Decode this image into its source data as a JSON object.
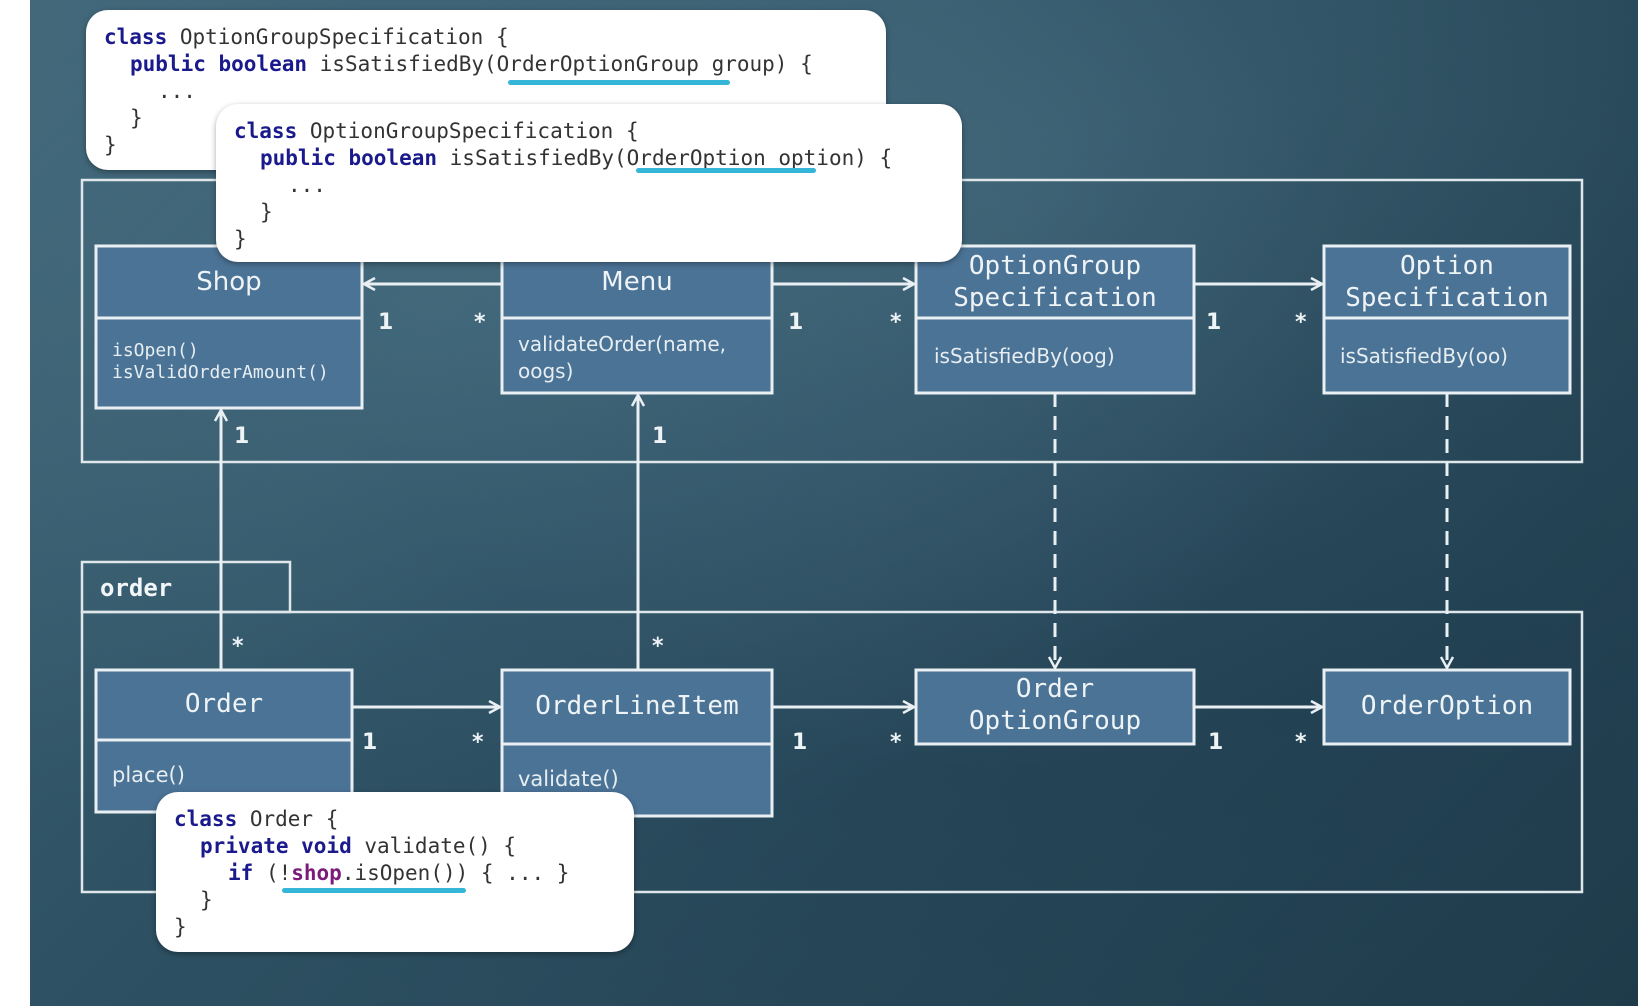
{
  "packages": {
    "order_label": "order"
  },
  "classes": {
    "shop": {
      "name": "Shop",
      "ops": "isOpen()\nisValidOrderAmount()"
    },
    "menu": {
      "name": "Menu",
      "ops": "validateOrder(name,\noogs)"
    },
    "option_group_spec": {
      "name": "OptionGroup\nSpecification",
      "ops": "isSatisfiedBy(oog)"
    },
    "option_spec": {
      "name": "Option\nSpecification",
      "ops": "isSatisfiedBy(oo)"
    },
    "order": {
      "name": "Order",
      "ops": "place()"
    },
    "order_line_item": {
      "name": "OrderLineItem",
      "ops": "validate()"
    },
    "order_option_group": {
      "name": "Order\nOptionGroup"
    },
    "order_option": {
      "name": "OrderOption"
    }
  },
  "multiplicities": {
    "shop_menu_1": "1",
    "shop_menu_many": "*",
    "menu_ogs_1": "1",
    "menu_ogs_many": "*",
    "ogs_os_1": "1",
    "ogs_os_many": "*",
    "shop_order_1": "1",
    "shop_order_many": "*",
    "menu_oli_1": "1",
    "menu_oli_many": "*",
    "order_oli_1": "1",
    "order_oli_many": "*",
    "oli_oog_1": "1",
    "oli_oog_many": "*",
    "oog_oo_1": "1",
    "oog_oo_many": "*"
  },
  "code_cards": {
    "card1": {
      "l1_kw": "class",
      "l1_rest": " OptionGroupSpecification {",
      "l2_kw": "public boolean",
      "l2_rest": " isSatisfiedBy(OrderOptionGroup group) {",
      "l3": "...",
      "l4": "}",
      "l5": "}"
    },
    "card2": {
      "l1_kw": "class",
      "l1_rest": " OptionGroupSpecification {",
      "l2_kw": "public boolean",
      "l2_rest": " isSatisfiedBy(OrderOption option) {",
      "l3": "...",
      "l4": "}",
      "l5": "}"
    },
    "card3": {
      "l1_kw": "class",
      "l1_rest": " Order {",
      "l2_kw": "private void",
      "l2_rest": " validate() {",
      "l3_kw": "if",
      "l3_pre": " (!",
      "l3_var": "shop",
      "l3_rest": ".isOpen()) { ... }",
      "l4": "}",
      "l5": "}"
    }
  },
  "colors": {
    "class_fill": "#4b7396",
    "line": "#e9eff2",
    "underline": "#35b5d8"
  }
}
